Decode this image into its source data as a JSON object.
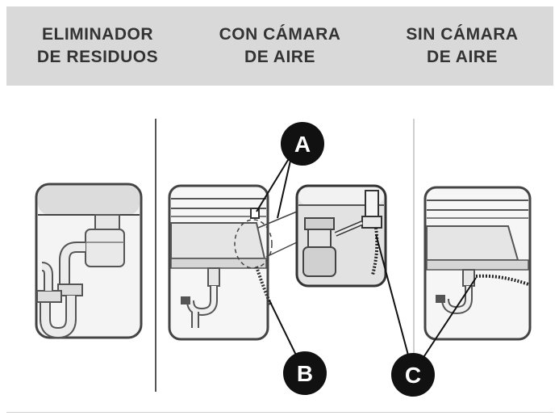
{
  "header": {
    "columns": [
      {
        "line1": "ELIMINADOR",
        "line2": "DE RESIDUOS"
      },
      {
        "line1": "CON CÁMARA",
        "line2": "DE AIRE"
      },
      {
        "line1": "SIN CÁMARA",
        "line2": "DE AIRE"
      }
    ]
  },
  "callouts": {
    "a": "A",
    "b": "B",
    "c": "C"
  },
  "colors": {
    "header_bg": "#d9d9d9",
    "header_text": "#333333",
    "callout_fill": "#111111",
    "line": "#222222"
  }
}
